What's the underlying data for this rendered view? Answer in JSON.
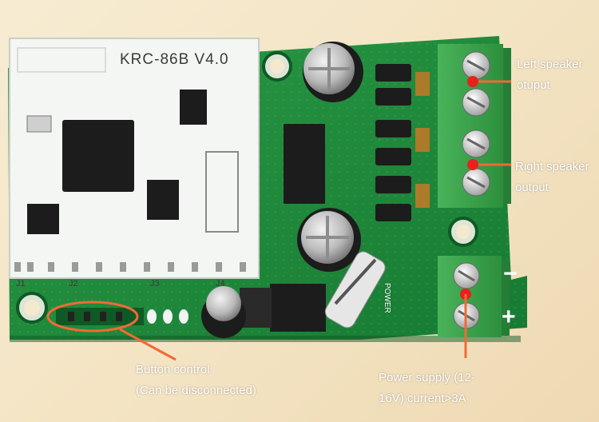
{
  "board": {
    "module_model": "KRC-86B V4.0",
    "header_labels": [
      "J1",
      "J2",
      "J3",
      "J4"
    ],
    "power_label": "POWER"
  },
  "annotations": {
    "left_speaker": [
      "Left speaker",
      "otuput"
    ],
    "right_speaker": [
      "Right speaker",
      "output"
    ],
    "minus_sign": "−",
    "plus_sign": "+",
    "button_control": [
      "Button control",
      "(Can be disconnected)"
    ],
    "power_supply": [
      "Power supply (12-",
      "16V) current>3A"
    ]
  },
  "colors": {
    "pcb_green": "#1f8a3a",
    "terminal_green": "#3aa34a",
    "marker_red": "#e8211d",
    "leader_orange": "#f06a36",
    "module_white": "#f4f6f4"
  },
  "icons": [
    "bluetooth-module",
    "capacitor-icon",
    "screw-terminal-icon",
    "diode-icon"
  ]
}
